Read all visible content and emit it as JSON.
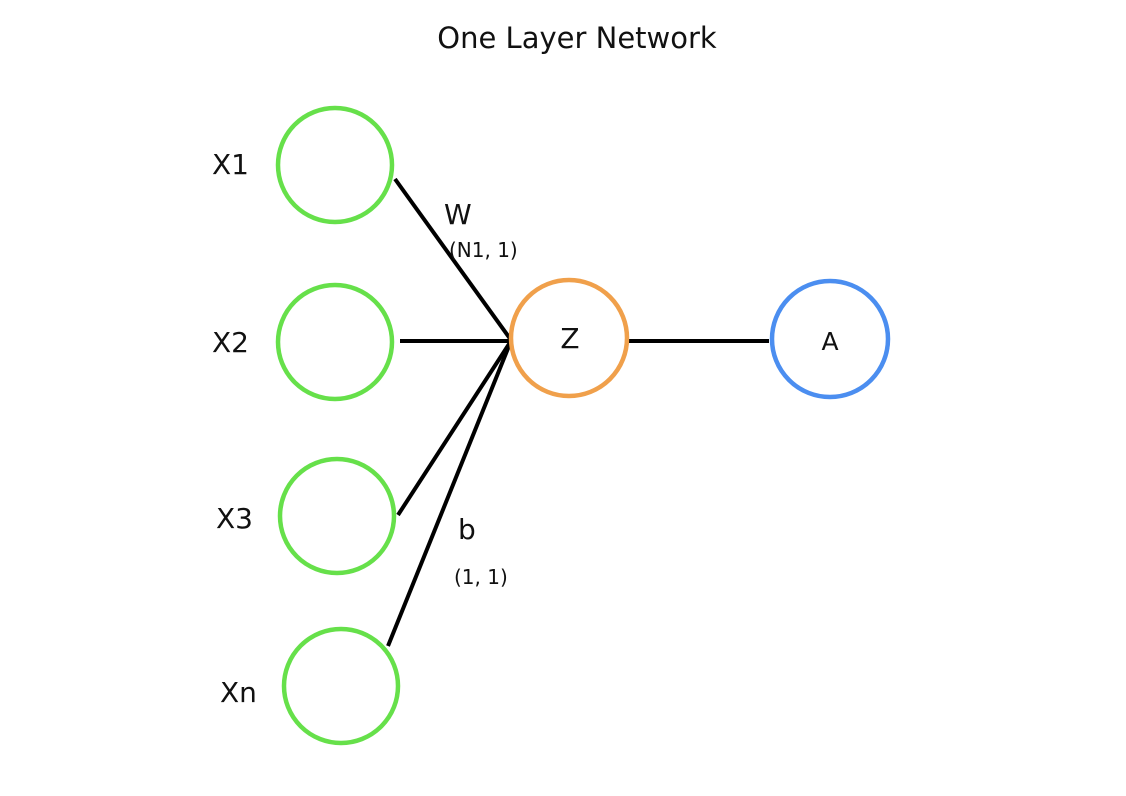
{
  "title": "One Layer Network",
  "inputs": [
    {
      "label": "X1"
    },
    {
      "label": "X2"
    },
    {
      "label": "X3"
    },
    {
      "label": "Xn"
    }
  ],
  "weights": {
    "label": "W",
    "shape": "(N1, 1)"
  },
  "bias": {
    "label": "b",
    "shape": "(1, 1)"
  },
  "linear_node": {
    "label": "Z"
  },
  "activation_node": {
    "label": "A"
  },
  "colors": {
    "input": "#66e04a",
    "linear": "#f0a04b",
    "activation": "#4b8ef0",
    "edge": "#000000"
  }
}
